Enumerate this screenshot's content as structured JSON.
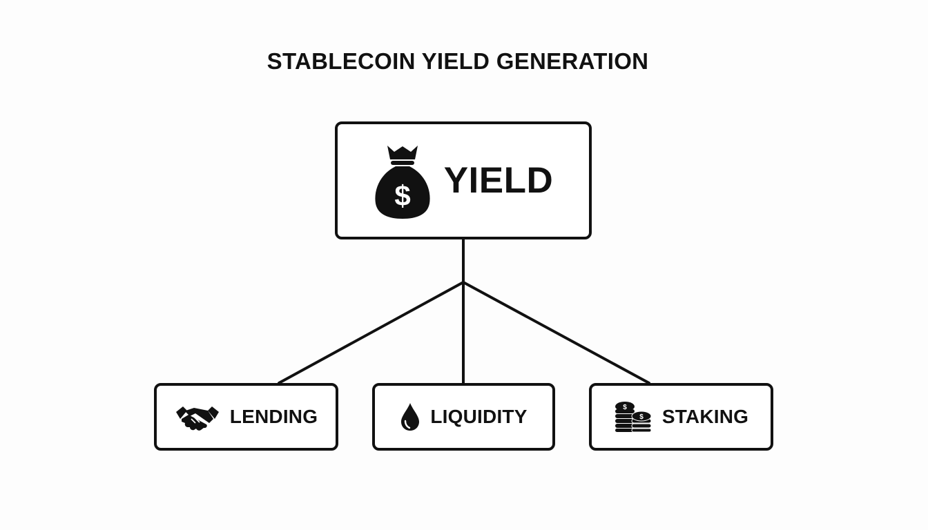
{
  "diagram": {
    "title": "STABLECOIN YIELD GENERATION",
    "root": {
      "label": "YIELD",
      "icon": "money-bag-icon"
    },
    "children": [
      {
        "label": "LENDING",
        "icon": "handshake-icon"
      },
      {
        "label": "LIQUIDITY",
        "icon": "water-drop-icon"
      },
      {
        "label": "STAKING",
        "icon": "coin-stacks-icon"
      }
    ],
    "colors": {
      "stroke": "#111111",
      "background": "#fdfdfd",
      "box_fill": "#ffffff"
    }
  }
}
